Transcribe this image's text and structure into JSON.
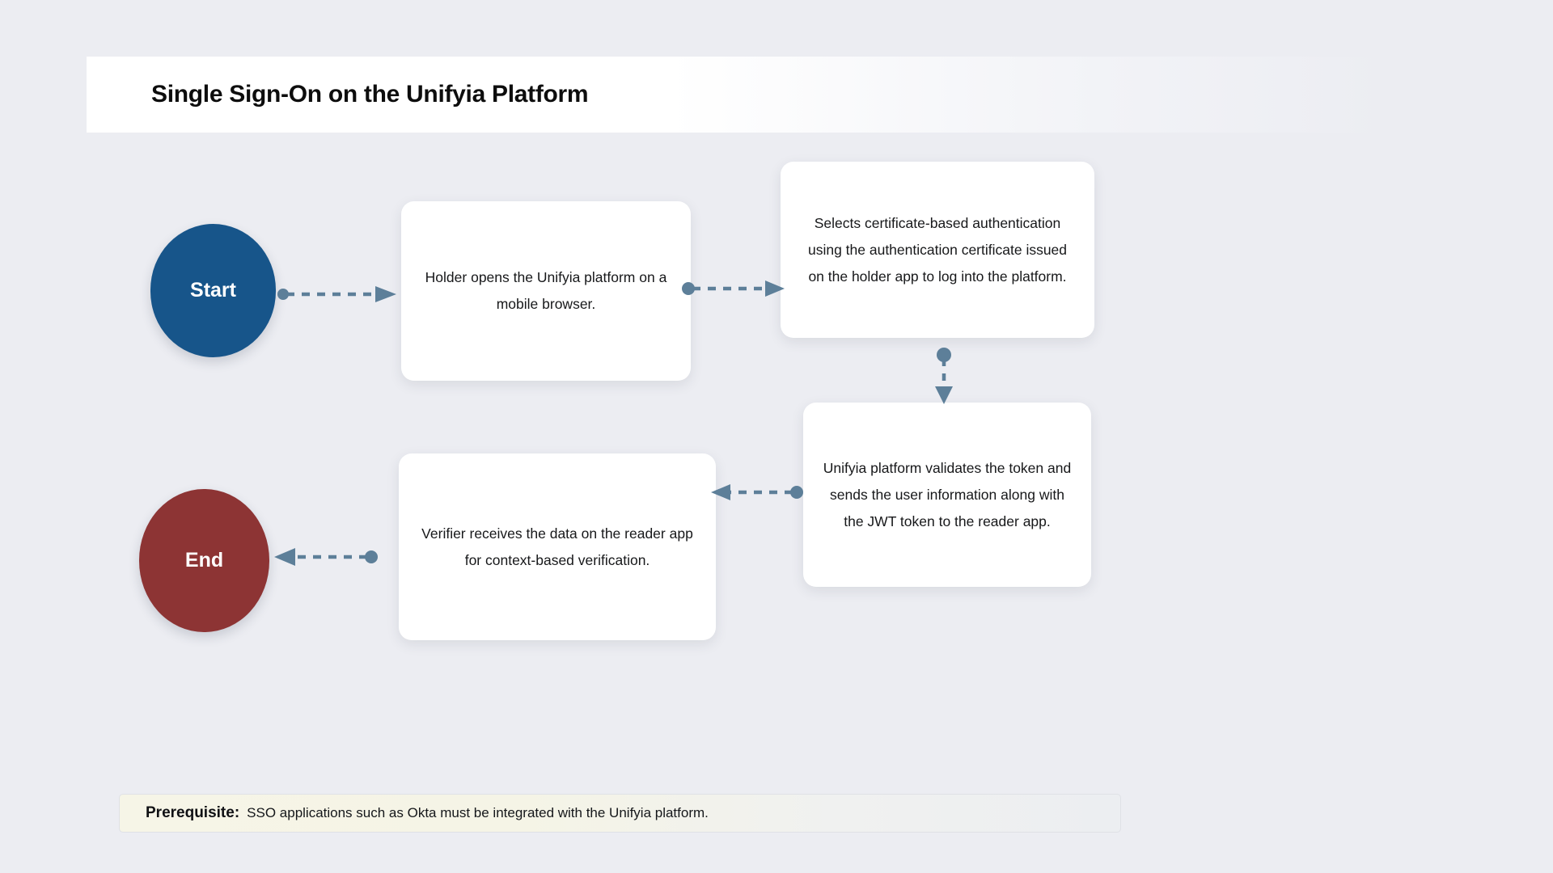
{
  "title": "Single Sign-On on the Unifyia Platform",
  "colors": {
    "background": "#ecedf2",
    "start_node": "#17558a",
    "end_node": "#8d3434",
    "accent_bar": "#7b98ad",
    "connector": "#5d7f99",
    "card": "#ffffff",
    "prereq_background": "#f6f5e7"
  },
  "nodes": {
    "start": {
      "label": "Start",
      "shape": "terminator"
    },
    "end": {
      "label": "End",
      "shape": "terminator"
    }
  },
  "steps": [
    {
      "id": "step-1",
      "text": "Holder opens the Unifyia platform on a mobile browser."
    },
    {
      "id": "step-2",
      "text": "Selects certificate-based authentication using the authentication certificate issued on the holder app to log into the platform."
    },
    {
      "id": "step-3",
      "text": "Unifyia platform validates the token and sends the user information along with the JWT token to the reader app."
    },
    {
      "id": "step-4",
      "text": "Verifier receives the data on the reader app for context-based verification."
    }
  ],
  "connectors": [
    {
      "id": "start-to-step1",
      "from": "start",
      "to": "step-1",
      "style": "dashed",
      "direction": "right"
    },
    {
      "id": "step1-to-step2",
      "from": "step-1",
      "to": "step-2",
      "style": "dashed",
      "direction": "right"
    },
    {
      "id": "step2-to-step3",
      "from": "step-2",
      "to": "step-3",
      "style": "dashed",
      "direction": "down"
    },
    {
      "id": "step3-to-step4",
      "from": "step-3",
      "to": "step-4",
      "style": "dashed",
      "direction": "left"
    },
    {
      "id": "step4-to-end",
      "from": "step-4",
      "to": "end",
      "style": "dashed",
      "direction": "left"
    }
  ],
  "prerequisite": {
    "label": "Prerequisite:",
    "text": "SSO applications such as Okta must be integrated with the Unifyia platform."
  }
}
